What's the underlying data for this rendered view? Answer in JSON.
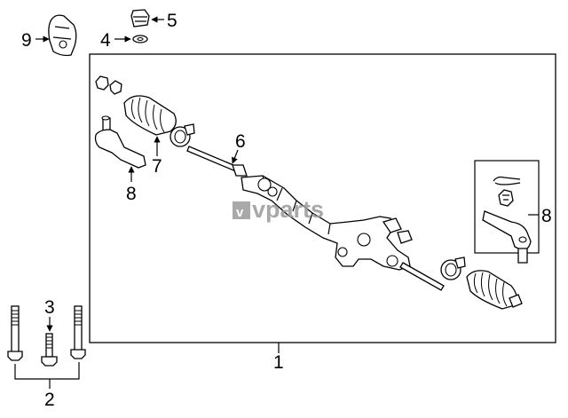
{
  "callouts": {
    "c1": "1",
    "c2": "2",
    "c3": "3",
    "c4": "4",
    "c5": "5",
    "c6": "6",
    "c7": "7",
    "c8_left": "8",
    "c8_right": "8",
    "c9": "9"
  },
  "watermark": {
    "text": "vparts"
  },
  "icons": {
    "watermark_logo": "letter-v-box-icon"
  }
}
